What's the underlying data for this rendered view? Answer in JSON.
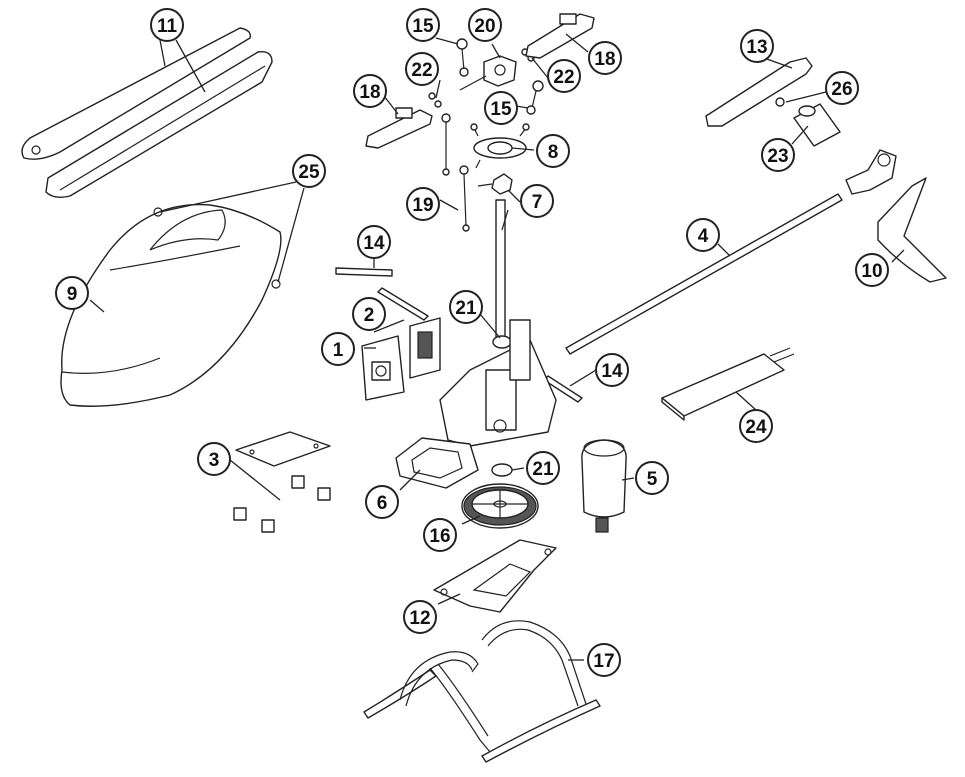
{
  "diagram": {
    "kind": "exploded-parts-view",
    "callouts": [
      {
        "id": "c11",
        "label": "11"
      },
      {
        "id": "c25",
        "label": "25"
      },
      {
        "id": "c9",
        "label": "9"
      },
      {
        "id": "c15a",
        "label": "15"
      },
      {
        "id": "c20",
        "label": "20"
      },
      {
        "id": "c18a",
        "label": "18"
      },
      {
        "id": "c22a",
        "label": "22"
      },
      {
        "id": "c22b",
        "label": "22"
      },
      {
        "id": "c18b",
        "label": "18"
      },
      {
        "id": "c15b",
        "label": "15"
      },
      {
        "id": "c8",
        "label": "8"
      },
      {
        "id": "c19",
        "label": "19"
      },
      {
        "id": "c7",
        "label": "7"
      },
      {
        "id": "c13",
        "label": "13"
      },
      {
        "id": "c26",
        "label": "26"
      },
      {
        "id": "c23",
        "label": "23"
      },
      {
        "id": "c4",
        "label": "4"
      },
      {
        "id": "c10",
        "label": "10"
      },
      {
        "id": "c14a",
        "label": "14"
      },
      {
        "id": "c2",
        "label": "2"
      },
      {
        "id": "c1",
        "label": "1"
      },
      {
        "id": "c21a",
        "label": "21"
      },
      {
        "id": "c14b",
        "label": "14"
      },
      {
        "id": "c24",
        "label": "24"
      },
      {
        "id": "c3",
        "label": "3"
      },
      {
        "id": "c6",
        "label": "6"
      },
      {
        "id": "c21b",
        "label": "21"
      },
      {
        "id": "c5",
        "label": "5"
      },
      {
        "id": "c16",
        "label": "16"
      },
      {
        "id": "c12",
        "label": "12"
      },
      {
        "id": "c17",
        "label": "17"
      }
    ]
  }
}
